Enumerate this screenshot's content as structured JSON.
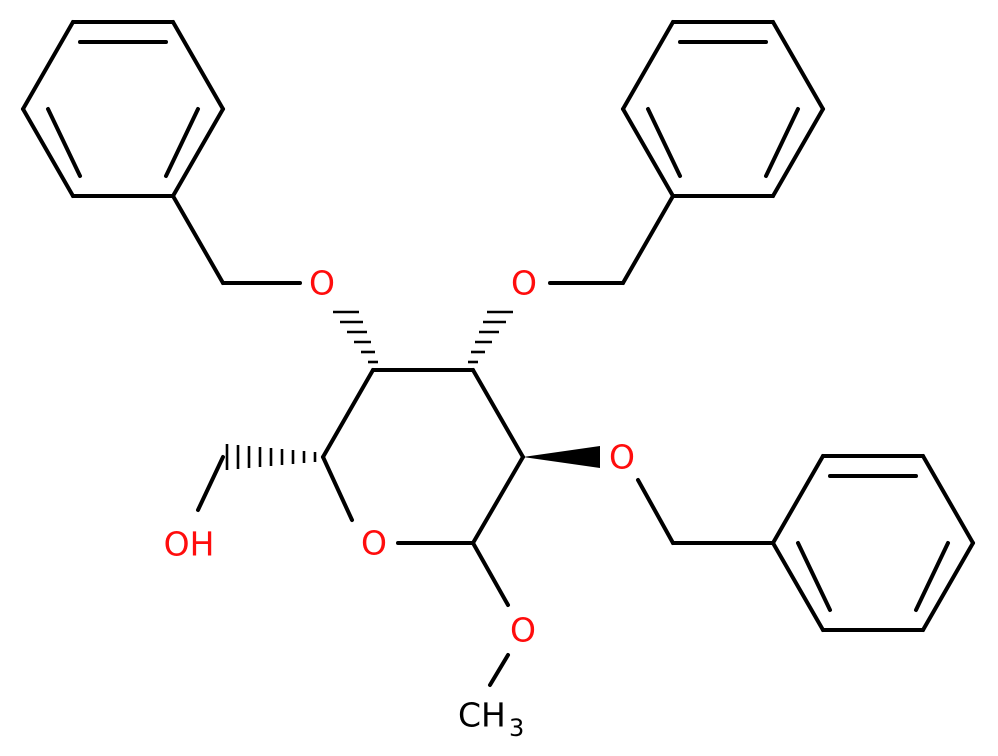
{
  "diagram": {
    "labels": {
      "o_benzyl_left": "O",
      "o_benzyl_mid": "O",
      "o_benzyl_right": "O",
      "o_ring": "O",
      "o_methoxy": "O",
      "oh": "OH",
      "ch3_main": "CH",
      "ch3_sub": "3"
    },
    "colors": {
      "oxygen": "#ff0d0d",
      "carbon": "#000000",
      "bond": "#000000"
    }
  }
}
